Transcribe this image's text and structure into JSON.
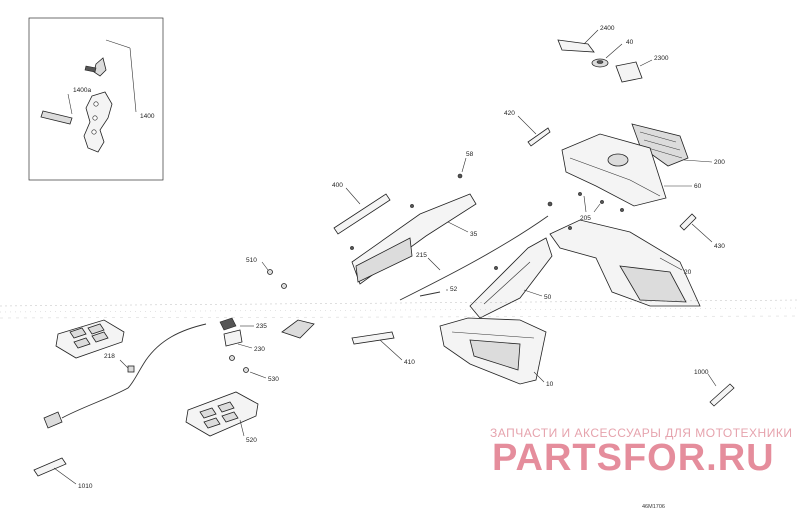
{
  "labels": {
    "l1400": "1400",
    "l1400a": "1400a",
    "l2400": "2400",
    "l40": "40",
    "l2300": "2300",
    "l420": "420",
    "l200": "200",
    "l60": "60",
    "l58": "58",
    "l400": "400",
    "l205": "205",
    "l35": "35",
    "l430": "430",
    "l510": "510",
    "l215": "215",
    "l20": "20",
    "l52": "52",
    "l50": "50",
    "l235": "235",
    "l230": "230",
    "l410": "410",
    "l218": "218",
    "l530": "530",
    "l10": "10",
    "l1000": "1000",
    "l520": "520",
    "l1010": "1010"
  },
  "watermark": {
    "line1": "ЗАПЧАСТИ И АКСЕССУАРЫ ДЛЯ МОТОТЕХНИКИ",
    "line2": "PARTSFOR.RU"
  },
  "reference_code": "46M1706"
}
